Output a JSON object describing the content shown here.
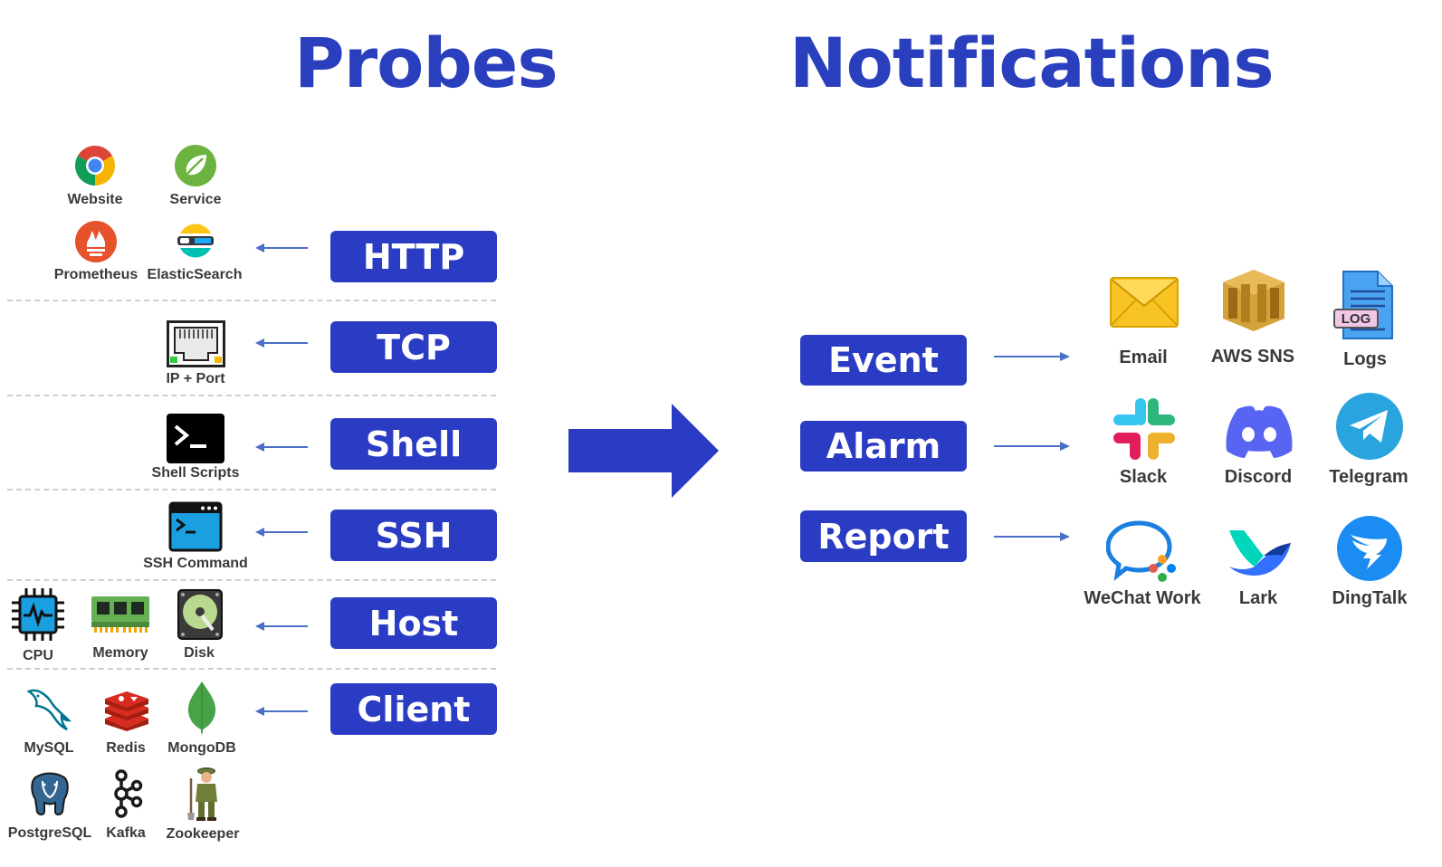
{
  "titles": {
    "probes": "Probes",
    "notifications": "Notifications"
  },
  "colors": {
    "accent": "#2b3cc4",
    "title": "#2a3fbe",
    "label": "#3a3a3a",
    "divider": "#cfcfcf",
    "arrow": "#4a6fc9"
  },
  "probes": [
    {
      "label": "HTTP",
      "sources": [
        {
          "label": "Website",
          "icon": "chrome-icon"
        },
        {
          "label": "Service",
          "icon": "spring-icon"
        },
        {
          "label": "Prometheus",
          "icon": "prometheus-icon"
        },
        {
          "label": "ElasticSearch",
          "icon": "elasticsearch-icon"
        }
      ]
    },
    {
      "label": "TCP",
      "sources": [
        {
          "label": "IP + Port",
          "icon": "ethernet-port-icon"
        }
      ]
    },
    {
      "label": "Shell",
      "sources": [
        {
          "label": "Shell Scripts",
          "icon": "terminal-icon"
        }
      ]
    },
    {
      "label": "SSH",
      "sources": [
        {
          "label": "SSH Command",
          "icon": "ssh-window-icon"
        }
      ]
    },
    {
      "label": "Host",
      "sources": [
        {
          "label": "CPU",
          "icon": "cpu-icon"
        },
        {
          "label": "Memory",
          "icon": "memory-icon"
        },
        {
          "label": "Disk",
          "icon": "disk-icon"
        }
      ]
    },
    {
      "label": "Client",
      "sources": [
        {
          "label": "MySQL",
          "icon": "mysql-icon"
        },
        {
          "label": "Redis",
          "icon": "redis-icon"
        },
        {
          "label": "MongoDB",
          "icon": "mongodb-icon"
        },
        {
          "label": "PostgreSQL",
          "icon": "postgresql-icon"
        },
        {
          "label": "Kafka",
          "icon": "kafka-icon"
        },
        {
          "label": "Zookeeper",
          "icon": "zookeeper-icon"
        }
      ]
    }
  ],
  "notification_types": [
    "Event",
    "Alarm",
    "Report"
  ],
  "channels": [
    {
      "label": "Email",
      "icon": "email-icon"
    },
    {
      "label": "AWS SNS",
      "icon": "aws-sns-icon"
    },
    {
      "label": "Logs",
      "icon": "logs-icon",
      "badge": "LOG"
    },
    {
      "label": "Slack",
      "icon": "slack-icon"
    },
    {
      "label": "Discord",
      "icon": "discord-icon"
    },
    {
      "label": "Telegram",
      "icon": "telegram-icon"
    },
    {
      "label": "WeChat Work",
      "icon": "wechat-work-icon"
    },
    {
      "label": "Lark",
      "icon": "lark-icon"
    },
    {
      "label": "DingTalk",
      "icon": "dingtalk-icon"
    }
  ]
}
